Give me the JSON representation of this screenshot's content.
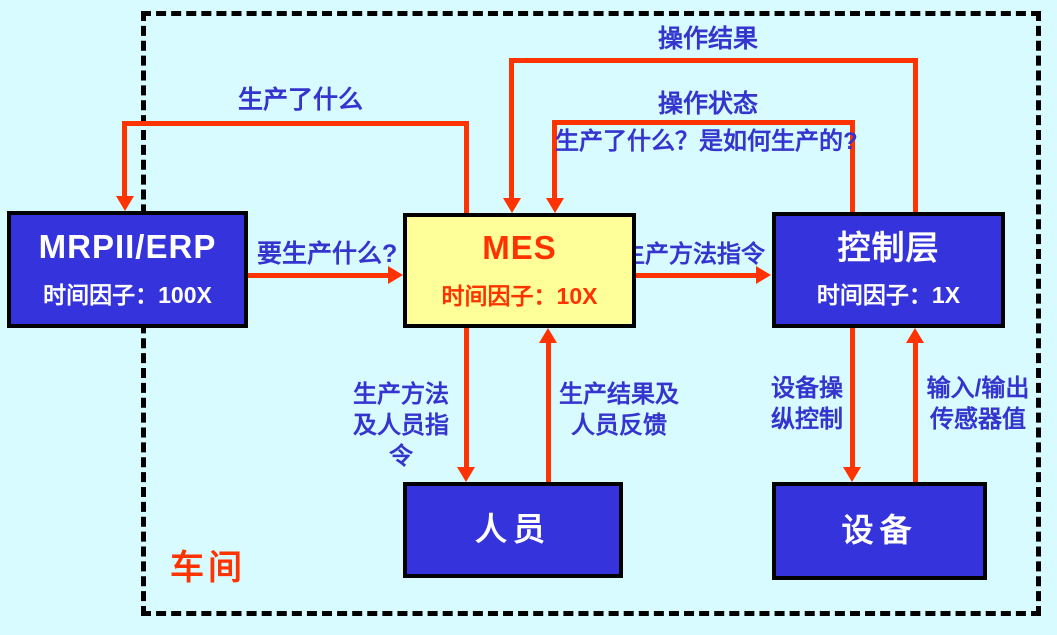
{
  "diagram_title_context": "MES hierarchy diagram",
  "colors": {
    "background": "#D7FBFF",
    "blue_box": "#3533DB",
    "yellow_box": "#FFFF99",
    "arrow_red": "#FF3300",
    "label_blue": "#3534CE",
    "border_black": "#000000",
    "box_text_white": "#FFFFFF"
  },
  "boxes": {
    "mrp_erp": {
      "title": "MRPII/ERP",
      "subtitle": "时间因子：100X"
    },
    "mes": {
      "title": "MES",
      "subtitle": "时间因子：10X"
    },
    "control_layer": {
      "title": "控制层",
      "subtitle": "时间因子：1X"
    },
    "personnel": {
      "title": "人员"
    },
    "equipment": {
      "title": "设备"
    }
  },
  "arrow_labels": {
    "what_was_produced": "生产了什么",
    "operation_result": "操作结果",
    "operation_status": "操作状态",
    "what_and_how_produced": "生产了什么？是如何生产的?",
    "what_to_produce": "要生产什么?",
    "production_method_order": "生产方法指令",
    "production_method_personnel_order": "生产方法\n及人员指令",
    "production_result_personnel_feedback": "生产结果及\n人员反馈",
    "equipment_manipulation_control": "设备操\n纵控制",
    "input_output_sensor_values": "输入/输出\n传感器值"
  },
  "workshop": {
    "label": "车间"
  }
}
